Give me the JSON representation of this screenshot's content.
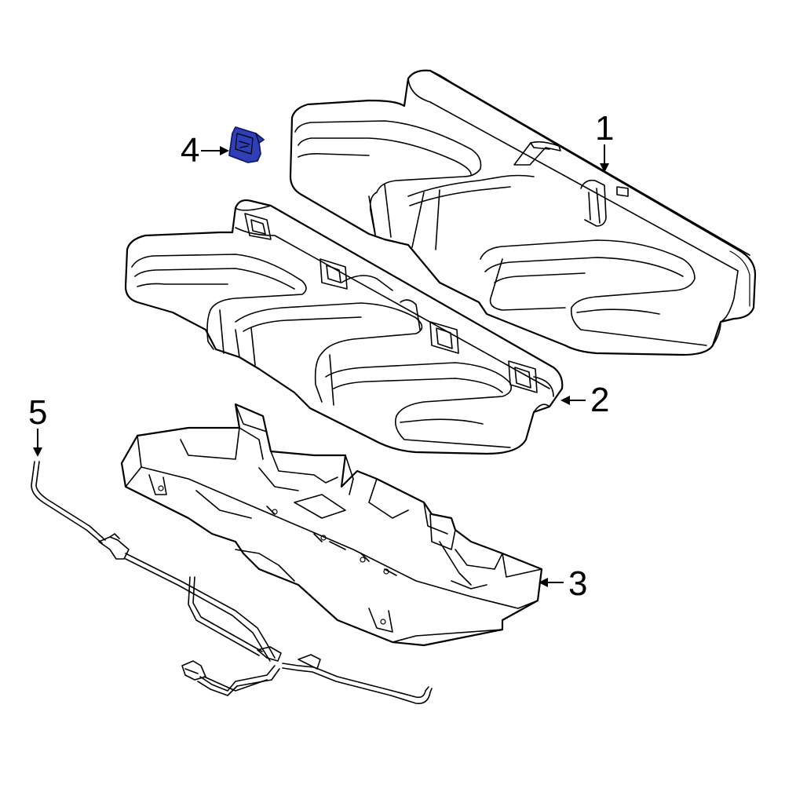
{
  "callouts": [
    {
      "id": "1",
      "label": "1",
      "part": "seat-back-cushion"
    },
    {
      "id": "2",
      "label": "2",
      "part": "seat-cushion-cover"
    },
    {
      "id": "3",
      "label": "3",
      "part": "seat-cushion-frame"
    },
    {
      "id": "4",
      "label": "4",
      "part": "seat-clip"
    },
    {
      "id": "5",
      "label": "5",
      "part": "wire-harness"
    }
  ],
  "colors": {
    "line": "#000000",
    "background": "#ffffff",
    "highlight": "#2f3fb5",
    "highlight_stroke": "#101a70"
  }
}
